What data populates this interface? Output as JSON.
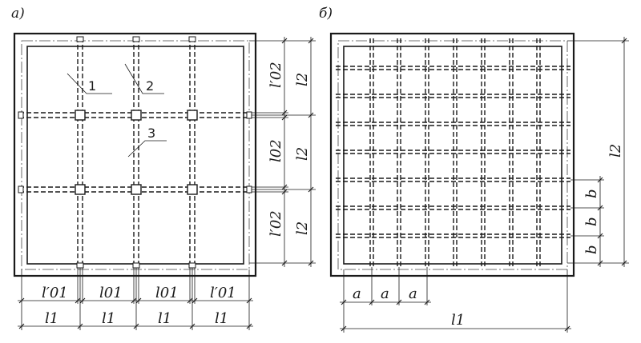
{
  "panel_a": {
    "label": "а)",
    "callouts": [
      "1",
      "2",
      "3"
    ],
    "dims_bottom_1": [
      "l′01",
      "l01",
      "l01",
      "l′01"
    ],
    "dims_bottom_2": [
      "l1",
      "l1",
      "l1",
      "l1"
    ],
    "dims_right_1": [
      "l′02",
      "l02",
      "l′02"
    ],
    "dims_right_2": [
      "l2",
      "l2",
      "l2"
    ]
  },
  "panel_b": {
    "label": "б)",
    "dims_bottom_1": [
      "a",
      "a",
      "a"
    ],
    "dim_bottom_total": "l1",
    "dims_right_1": [
      "b",
      "b",
      "b"
    ],
    "dim_right_total": "l2"
  }
}
